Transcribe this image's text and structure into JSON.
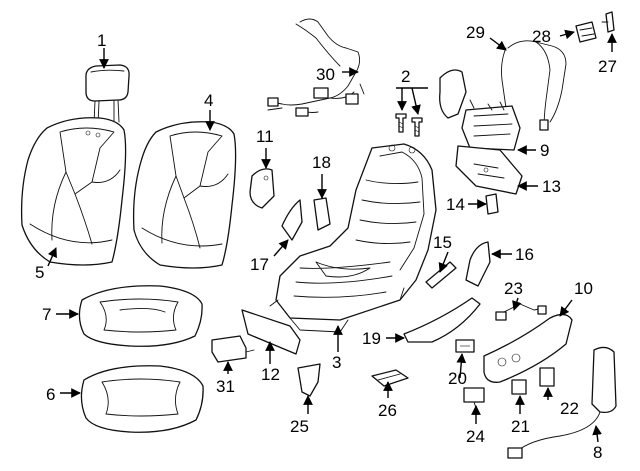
{
  "callouts": [
    {
      "id": "1",
      "text": "1"
    },
    {
      "id": "2",
      "text": "2"
    },
    {
      "id": "3",
      "text": "3"
    },
    {
      "id": "4",
      "text": "4"
    },
    {
      "id": "5",
      "text": "5"
    },
    {
      "id": "6",
      "text": "6"
    },
    {
      "id": "7",
      "text": "7"
    },
    {
      "id": "8",
      "text": "8"
    },
    {
      "id": "9",
      "text": "9"
    },
    {
      "id": "10",
      "text": "10"
    },
    {
      "id": "11",
      "text": "11"
    },
    {
      "id": "12",
      "text": "12"
    },
    {
      "id": "13",
      "text": "13"
    },
    {
      "id": "14",
      "text": "14"
    },
    {
      "id": "15",
      "text": "15"
    },
    {
      "id": "16",
      "text": "16"
    },
    {
      "id": "17",
      "text": "17"
    },
    {
      "id": "18",
      "text": "18"
    },
    {
      "id": "19",
      "text": "19"
    },
    {
      "id": "20",
      "text": "20"
    },
    {
      "id": "21",
      "text": "21"
    },
    {
      "id": "22",
      "text": "22"
    },
    {
      "id": "23",
      "text": "23"
    },
    {
      "id": "24",
      "text": "24"
    },
    {
      "id": "25",
      "text": "25"
    },
    {
      "id": "26",
      "text": "26"
    },
    {
      "id": "27",
      "text": "27"
    },
    {
      "id": "28",
      "text": "28"
    },
    {
      "id": "29",
      "text": "29"
    },
    {
      "id": "30",
      "text": "30"
    },
    {
      "id": "31",
      "text": "31"
    }
  ]
}
